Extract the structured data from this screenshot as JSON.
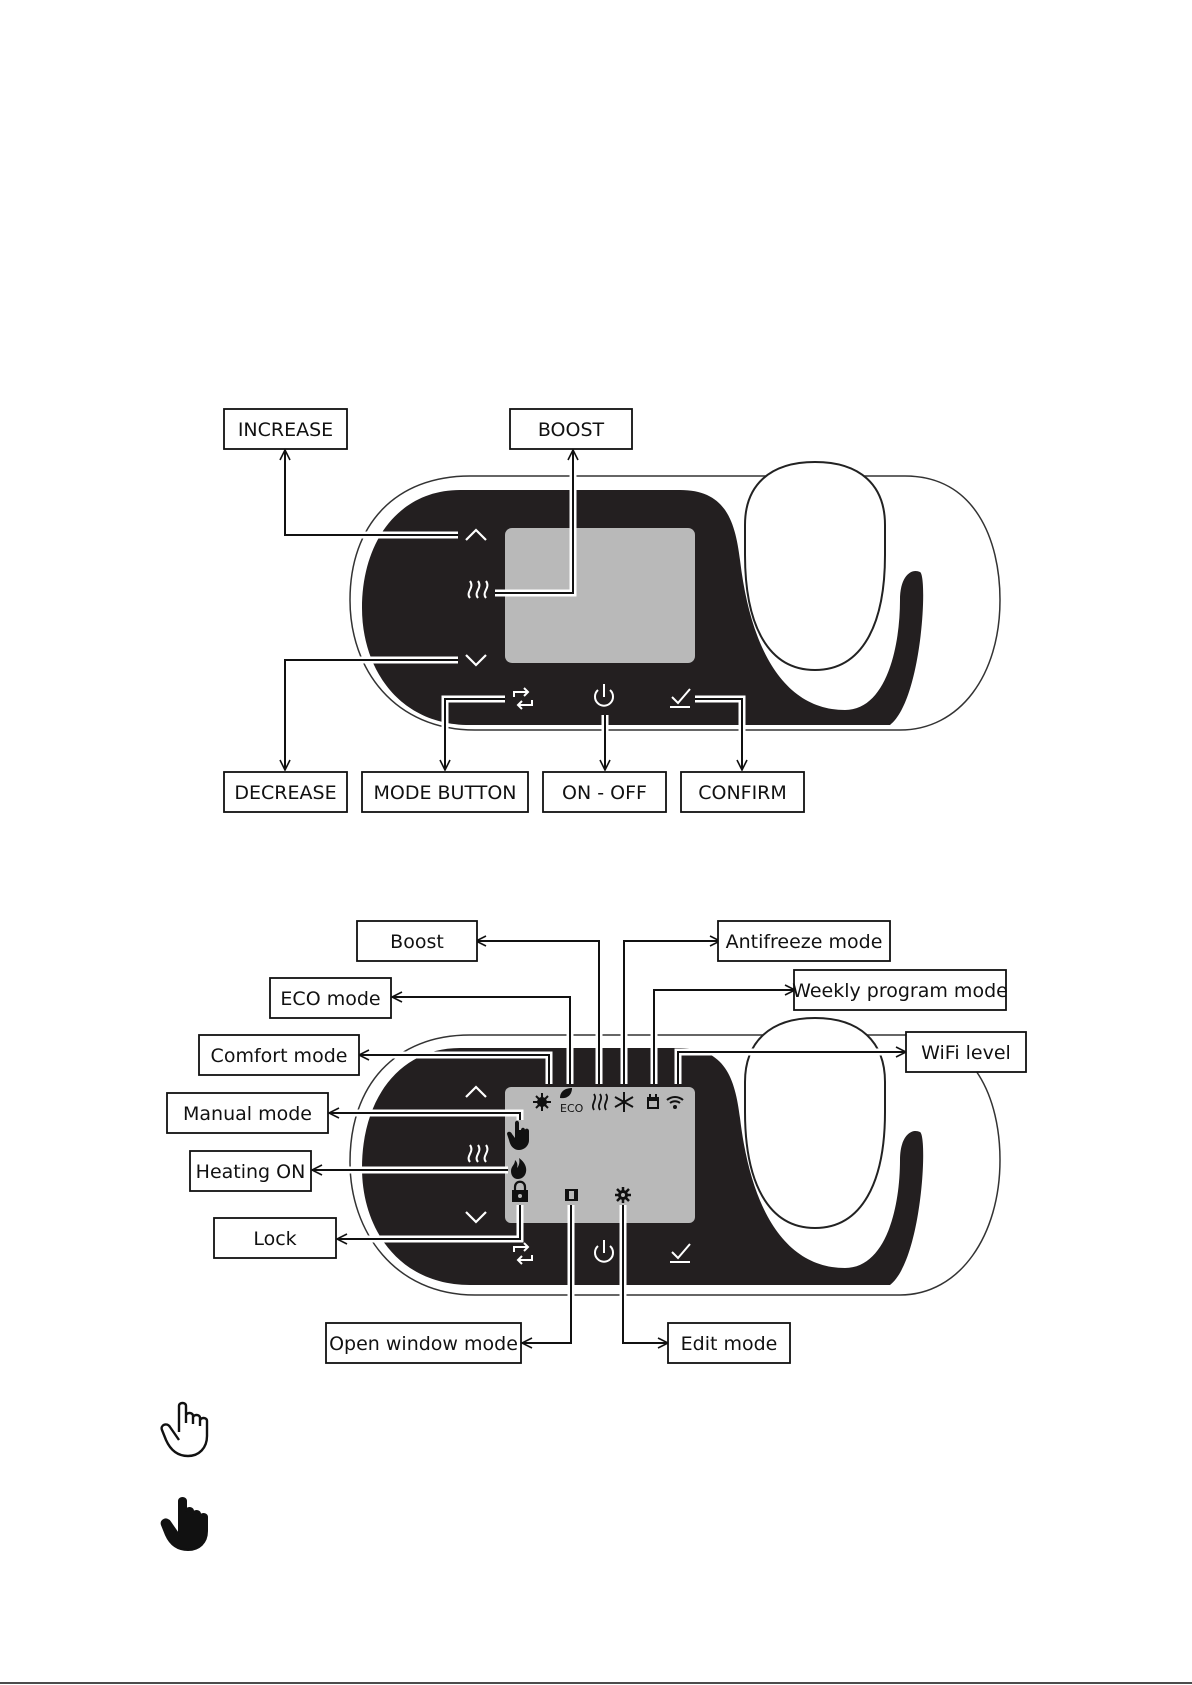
{
  "diagram_top": {
    "labels": {
      "increase": "INCREASE",
      "boost": "BOOST",
      "decrease": "DECREASE",
      "mode_button": "MODE BUTTON",
      "on_off": "ON - OFF",
      "confirm": "CONFIRM"
    }
  },
  "diagram_bottom": {
    "labels": {
      "boost": "Boost",
      "antifreeze": "Antifreeze mode",
      "eco": "ECO mode",
      "weekly": "Weekly program mode",
      "comfort": "Comfort mode",
      "wifi": "WiFi level",
      "manual": "Manual mode",
      "heating": "Heating ON",
      "lock": "Lock",
      "open_window": "Open window mode",
      "edit": "Edit mode"
    },
    "eco_icon_text": "ECO"
  },
  "colors": {
    "panel": "#231f20",
    "screen": "#b9b9b9",
    "line": "#111111",
    "knob_outline": "#222222"
  }
}
